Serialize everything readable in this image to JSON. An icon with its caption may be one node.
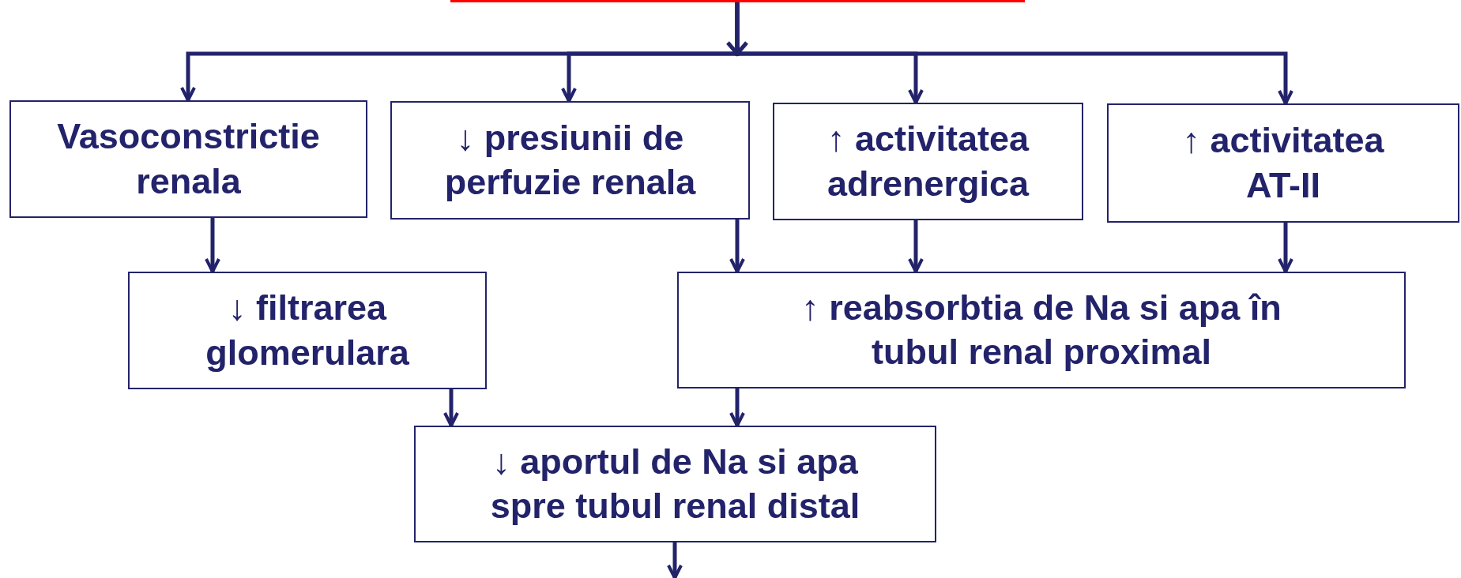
{
  "diagram": {
    "nodes": [
      {
        "text": [],
        "shape": "box"
      },
      {
        "text": [
          "Vasoconstrictie renala"
        ]
      },
      {
        "text": [
          "↓ presiunii de perfuzie renala"
        ]
      },
      {
        "text": [
          "↑ activitatea adrenergica"
        ]
      },
      {
        "text": [
          "↑ activitatea AT-II"
        ]
      },
      {
        "text": [
          "↓ filtrarea glomerulara"
        ]
      },
      {
        "text": [
          "↑ reabsorbtia de Na si apa în tubul renal proximal"
        ]
      },
      {
        "text": [
          "↓ aportul de Na si apa spre tubul renal distal"
        ]
      }
    ],
    "edges": [
      {
        "from": 0,
        "to": 1,
        "arrow": "to"
      },
      {
        "from": 0,
        "to": 2,
        "arrow": "to"
      },
      {
        "from": 0,
        "to": 3,
        "arrow": "to"
      },
      {
        "from": 0,
        "to": 4,
        "arrow": "to"
      },
      {
        "from": 1,
        "to": 5,
        "arrow": "to"
      },
      {
        "from": 2,
        "to": 6,
        "arrow": "to"
      },
      {
        "from": 3,
        "to": 6,
        "arrow": "to"
      },
      {
        "from": 4,
        "to": 6,
        "arrow": "to"
      },
      {
        "from": 5,
        "to": 7,
        "arrow": "to"
      },
      {
        "from": 6,
        "to": 7,
        "arrow": "to"
      },
      {
        "from": 7,
        "to": null,
        "arrow": "to"
      }
    ]
  }
}
